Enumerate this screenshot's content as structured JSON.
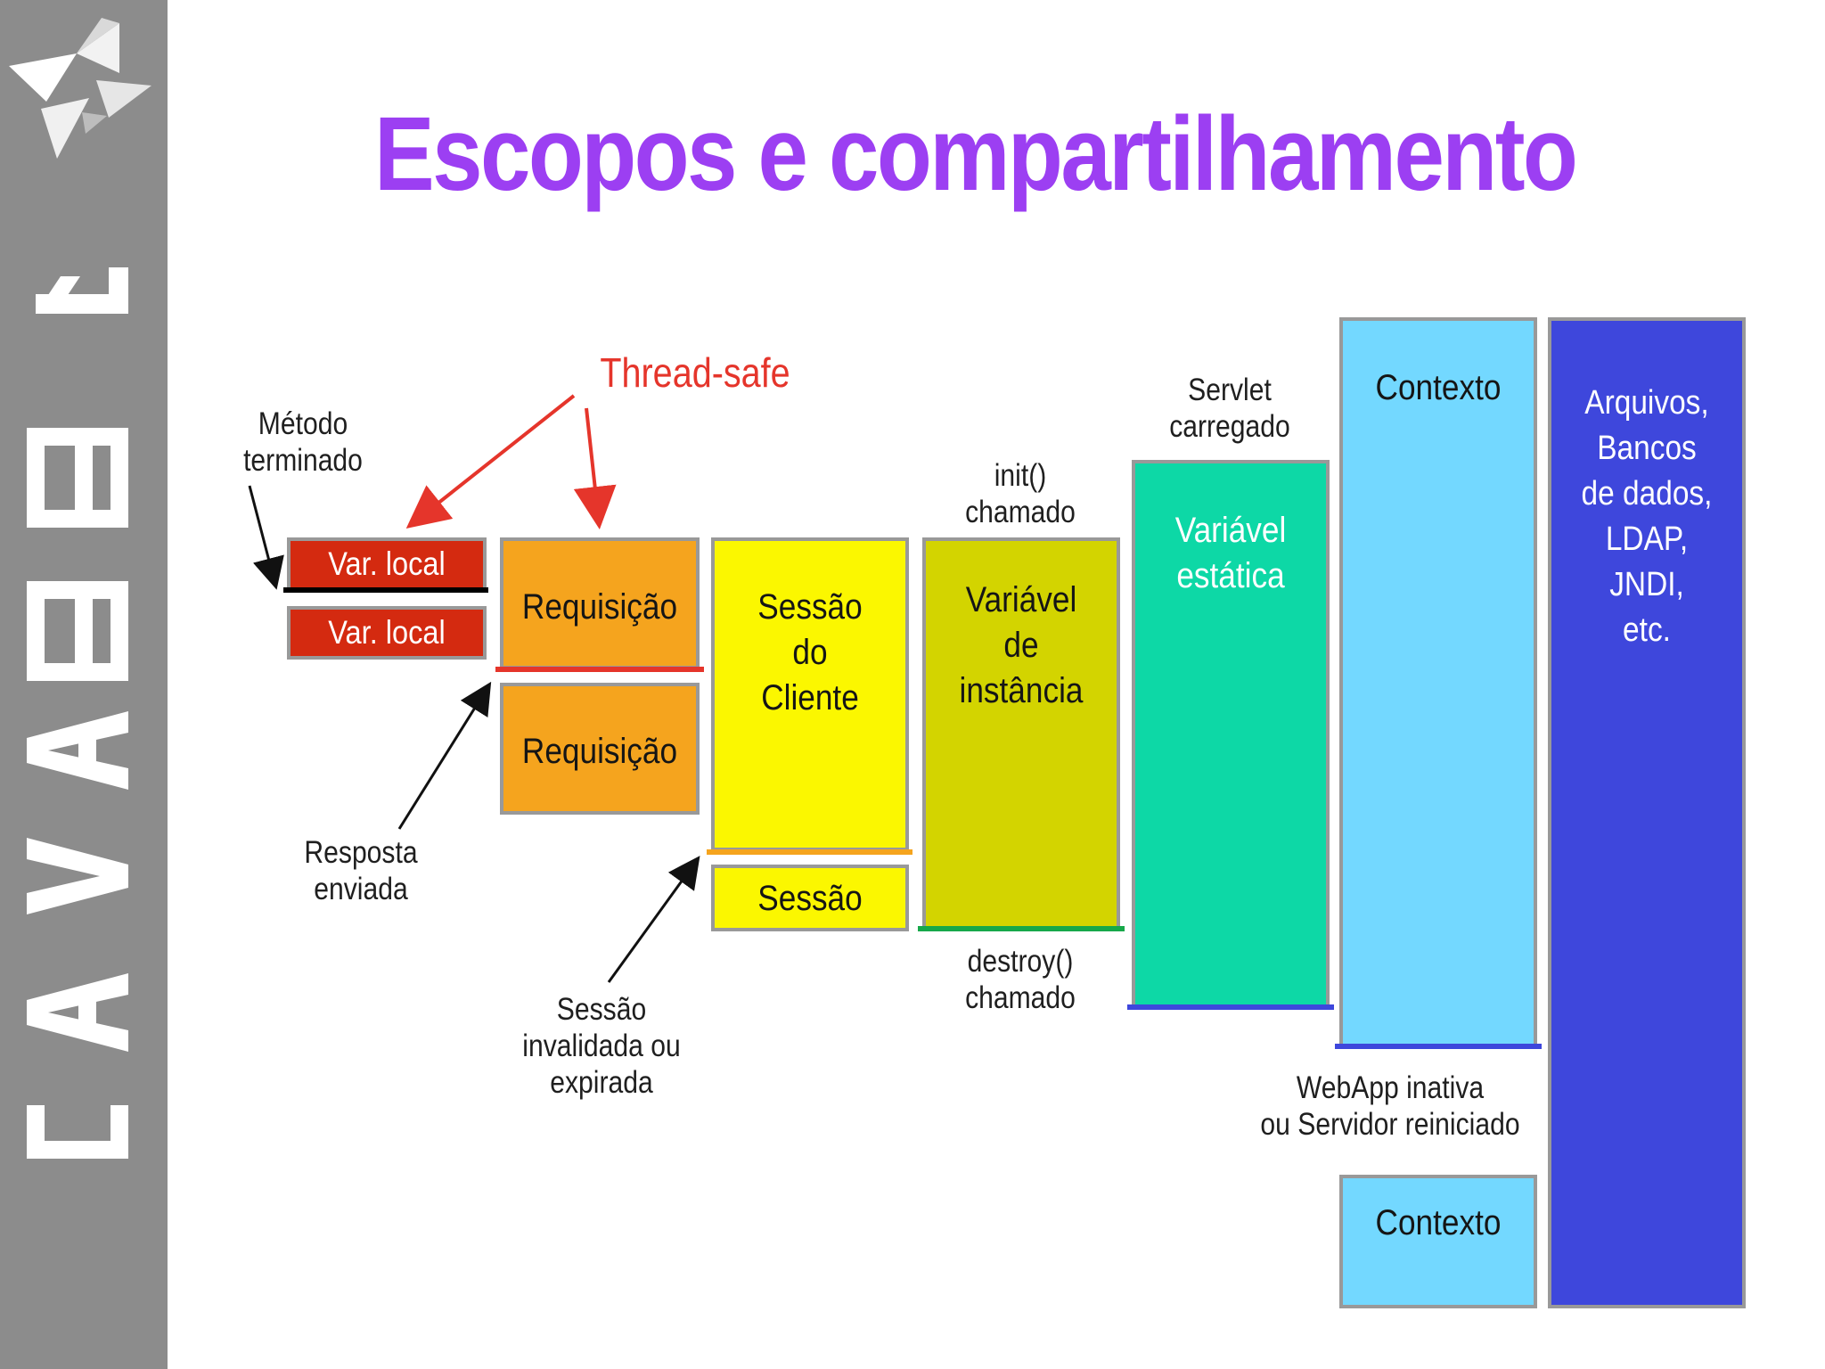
{
  "slide": {
    "title": "Escopos e compartilhamento",
    "sidebar_text": "JAVA EE 7"
  },
  "diagram": {
    "annotation_thread_safe": "Thread-safe",
    "label_metodo_terminado": "Método\nterminado",
    "label_resposta_enviada": "Resposta\nenviada",
    "label_sessao_invalidada": "Sessão\ninvalidada ou\nexpirada",
    "label_init_chamado": "init()\nchamado",
    "label_destroy_chamado": "destroy()\nchamado",
    "label_servlet_carregado": "Servlet\ncarregado",
    "label_webapp_inativa": "WebApp inativa\nou Servidor reiniciado",
    "box_var_local_1": "Var. local",
    "box_var_local_2": "Var. local",
    "box_requisicao_1": "Requisição",
    "box_requisicao_2": "Requisição",
    "box_sessao_cliente": "Sessão\ndo\nCliente",
    "box_sessao": "Sessão",
    "box_variavel_instancia": "Variável\nde\ninstância",
    "box_variavel_estatica": "Variável\nestática",
    "box_contexto_1": "Contexto",
    "box_contexto_2": "Contexto",
    "box_recursos": "Arquivos,\nBancos\nde dados,\nLDAP,\nJNDI,\netc."
  },
  "colors": {
    "title": "#9c3ff2",
    "var_local": "#d42a10",
    "requisicao": "#f5a41e",
    "sessao": "#fbf700",
    "variavel_instancia": "#d3d400",
    "variavel_estatica": "#0dd8a6",
    "contexto": "#73d8ff",
    "recursos": "#3e47dc",
    "thread_safe": "#e5352b"
  }
}
